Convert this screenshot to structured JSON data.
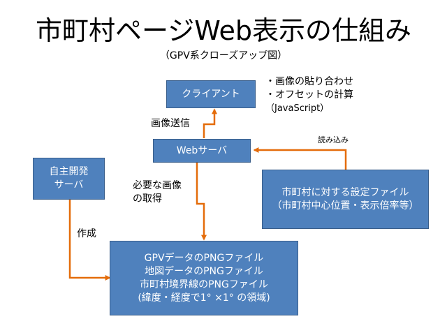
{
  "title": "市町村ページWeb表示の仕組み",
  "subtitle": "（GPV系クローズアップ図）",
  "boxes": {
    "client": "クライアント",
    "webserver": "Webサーバ",
    "own_server": [
      "自主開発",
      "サーバ"
    ],
    "config_file": [
      "市町村に対する設定ファイル",
      "（市町村中心位置・表示倍率等）"
    ],
    "png_files": [
      "GPVデータのPNGファイル",
      "地図データのPNGファイル",
      "市町村境界線のPNGファイル",
      "(緯度・経度で1° ×1° の領域)"
    ]
  },
  "notes": {
    "client_tasks": [
      "・画像の貼り合わせ",
      "・オフセットの計算",
      "（JavaScript）"
    ],
    "image_send": "画像送信",
    "read_in": "読み込み",
    "needed_images": [
      "必要な画像",
      "の取得"
    ],
    "create": "作成"
  },
  "colors": {
    "box_fill": "#4f81bd",
    "box_border": "#385d8a",
    "arrow": "#e46c0a"
  }
}
